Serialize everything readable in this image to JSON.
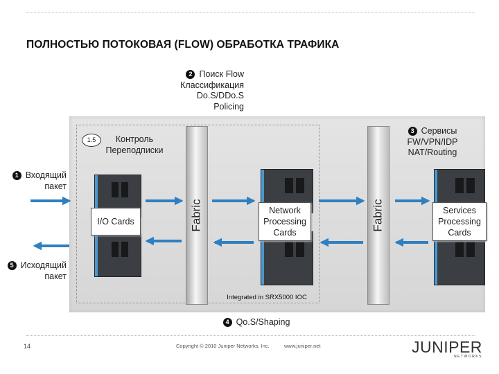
{
  "slide": {
    "title": "ПОЛНОСТЬЮ ПОТОКОВАЯ (FLOW) ОБРАБОТКА ТРАФИКА",
    "page_number": "14",
    "copyright": "Copyright © 2010 Juniper Networks, Inc.",
    "website": "www.juniper.net",
    "logo": {
      "word": "JUNIPER",
      "subtitle": "NETWORKS"
    }
  },
  "steps": {
    "flow": {
      "number": "2",
      "lines": [
        "Поиск Flow",
        "Классификация",
        "Do.S/DDo.S",
        "Policing"
      ]
    },
    "services": {
      "number": "3",
      "lines": [
        "Сервисы",
        "FW/VPN/IDP",
        "NAT/Routing"
      ]
    },
    "oversubscription": {
      "badge": "1.5",
      "lines": [
        "Контроль",
        "Переподписки"
      ]
    },
    "ingress": {
      "number": "1",
      "lines": [
        "Входящий",
        "пакет"
      ]
    },
    "egress": {
      "number": "5",
      "lines": [
        "Исходящий",
        "пакет"
      ]
    },
    "qos": {
      "number": "4",
      "text": "Qo.S/Shaping"
    }
  },
  "components": {
    "io_cards": "I/O Cards",
    "fabric_left": "Fabric",
    "fabric_right": "Fabric",
    "npc": [
      "Network",
      "Processing",
      "Cards"
    ],
    "spc": [
      "Services",
      "Processing",
      "Cards"
    ],
    "ioc_caption": "Integrated in SRX5000 IOC"
  },
  "colors": {
    "arrow": "#2f7fc1",
    "card_stripe": "#4a97d1",
    "card_body": "#3b3e42"
  }
}
